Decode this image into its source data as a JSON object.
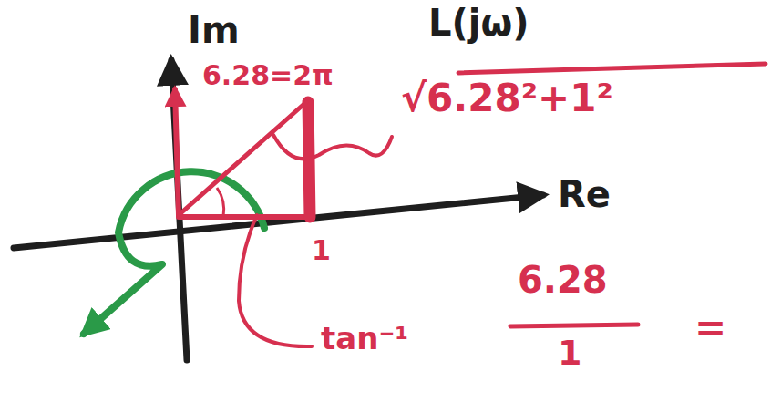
{
  "diagram": {
    "labels": [
      "Im",
      "L(jω)",
      "6.28=2π",
      "√6.28²+1²",
      "Re",
      "1",
      "tan⁻¹",
      "6.28",
      "1",
      "="
    ]
  }
}
